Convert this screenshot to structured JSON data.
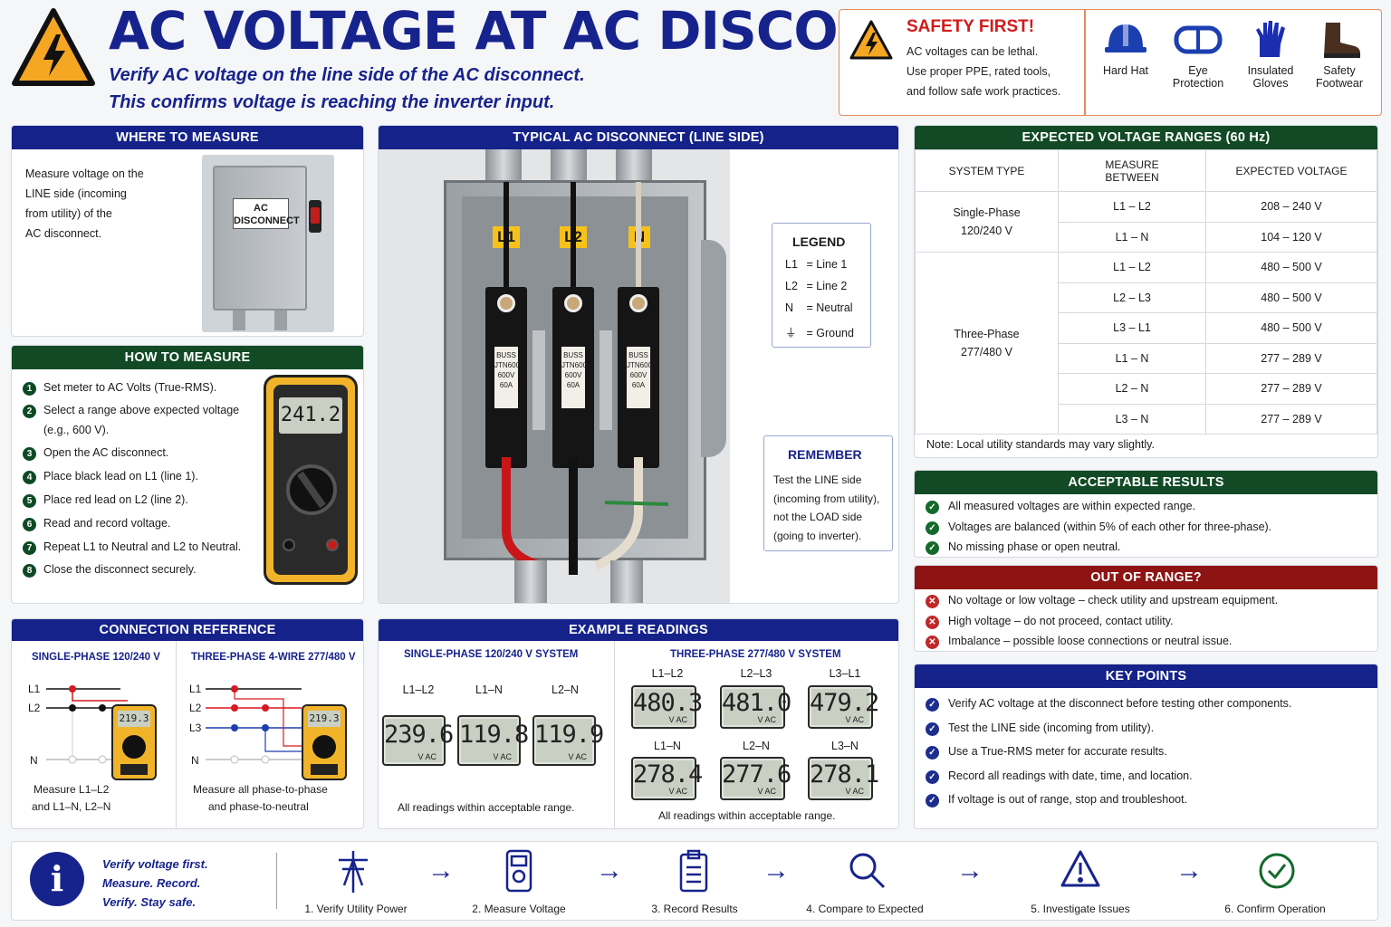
{
  "header": {
    "title": "AC VOLTAGE AT AC DISCONNECT",
    "subtitle_1": "Verify AC voltage on the line side of the AC disconnect.",
    "subtitle_2": "This confirms voltage is reaching the inverter input."
  },
  "safety": {
    "title": "SAFETY FIRST!",
    "lines": [
      "AC voltages can be lethal.",
      "Use proper PPE, rated tools,",
      "and follow safe work practices."
    ],
    "ppe": [
      {
        "icon": "hard-hat-icon",
        "label_1": "Hard Hat",
        "label_2": ""
      },
      {
        "icon": "goggles-icon",
        "label_1": "Eye",
        "label_2": "Protection"
      },
      {
        "icon": "glove-icon",
        "label_1": "Insulated",
        "label_2": "Gloves"
      },
      {
        "icon": "boot-icon",
        "label_1": "Safety",
        "label_2": "Footwear"
      }
    ]
  },
  "where": {
    "title": "WHERE TO MEASURE",
    "text": [
      "Measure voltage on the",
      "LINE side (incoming",
      "from utility) of the",
      "AC disconnect."
    ],
    "box_label_1": "AC",
    "box_label_2": "DISCONNECT"
  },
  "how": {
    "title": "HOW TO MEASURE",
    "steps": [
      "Set meter to AC Volts (True-RMS).",
      "Select a range above expected voltage",
      "(e.g., 600 V).",
      "Open the AC disconnect.",
      "Place black lead on L1 (line 1).",
      "Place red lead on L2 (line 2).",
      "Read and record voltage.",
      "Repeat L1 to Neutral and L2 to Neutral.",
      "Close the disconnect securely."
    ],
    "meter_reading": "241.2"
  },
  "typical": {
    "title": "TYPICAL AC DISCONNECT (LINE SIDE)",
    "terminals": [
      "L1",
      "L2",
      "N"
    ],
    "fuse_text": [
      "BUSS",
      "JTN600",
      "600V",
      "60A"
    ],
    "legend_title": "LEGEND",
    "legend": [
      {
        "k": "L1",
        "v": "= Line 1"
      },
      {
        "k": "L2",
        "v": "= Line 2"
      },
      {
        "k": "N",
        "v": "= Neutral"
      },
      {
        "k": "⏚",
        "v": "= Ground"
      }
    ],
    "remember_title": "REMEMBER",
    "remember_text": [
      "Test the LINE side",
      "(incoming from utility),",
      "not the LOAD side",
      "(going to inverter)."
    ]
  },
  "ranges": {
    "title": "EXPECTED VOLTAGE RANGES (60 Hz)",
    "headers": [
      "SYSTEM TYPE",
      "MEASURE BETWEEN",
      "EXPECTED VOLTAGE"
    ],
    "header_mb_1": "MEASURE",
    "header_mb_2": "BETWEEN",
    "single_1": "Single-Phase",
    "single_2": "120/240 V",
    "three_1": "Three-Phase",
    "three_2": "277/480 V",
    "rows": [
      {
        "between": "L1 – L2",
        "voltage": "208 – 240 V"
      },
      {
        "between": "L1 – N",
        "voltage": "104 – 120 V"
      },
      {
        "between": "L1 – L2",
        "voltage": "480 – 500 V"
      },
      {
        "between": "L2 – L3",
        "voltage": "480 – 500 V"
      },
      {
        "between": "L3 – L1",
        "voltage": "480 – 500 V"
      },
      {
        "between": "L1 – N",
        "voltage": "277 – 289 V"
      },
      {
        "between": "L2 – N",
        "voltage": "277 – 289 V"
      },
      {
        "between": "L3 – N",
        "voltage": "277 – 289 V"
      }
    ],
    "note": "Note: Local utility standards may vary slightly."
  },
  "acceptable": {
    "title": "ACCEPTABLE RESULTS",
    "items": [
      "All measured voltages are within expected range.",
      "Voltages are balanced (within 5% of each other for three-phase).",
      "No missing phase or open neutral."
    ]
  },
  "outofrange": {
    "title": "OUT OF RANGE?",
    "items": [
      "No voltage or low voltage – check utility and upstream equipment.",
      "High voltage – do not proceed, contact utility.",
      "Imbalance – possible loose connections or neutral issue."
    ]
  },
  "connection": {
    "title": "CONNECTION REFERENCE",
    "single_title": "SINGLE-PHASE 120/240 V",
    "three_title": "THREE-PHASE 4-WIRE 277/480 V",
    "single_lines": [
      "L1",
      "L2",
      "N"
    ],
    "three_lines": [
      "L1",
      "L2",
      "L3",
      "N"
    ],
    "single_reading": "219.3",
    "three_reading": "219.3",
    "single_caption_1": "Measure L1–L2",
    "single_caption_2": "and L1–N, L2–N",
    "three_caption_1": "Measure all phase-to-phase",
    "three_caption_2": "and phase-to-neutral"
  },
  "examples": {
    "title": "EXAMPLE READINGS",
    "single_title": "SINGLE-PHASE 120/240 V SYSTEM",
    "three_title": "THREE-PHASE 277/480 V SYSTEM",
    "unit": "V AC",
    "single": [
      {
        "label": "L1–L2",
        "value": "239.6"
      },
      {
        "label": "L1–N",
        "value": "119.8"
      },
      {
        "label": "L2–N",
        "value": "119.9"
      }
    ],
    "three": [
      {
        "label": "L1–L2",
        "value": "480.3"
      },
      {
        "label": "L2–L3",
        "value": "481.0"
      },
      {
        "label": "L3–L1",
        "value": "479.2"
      },
      {
        "label": "L1–N",
        "value": "278.4"
      },
      {
        "label": "L2–N",
        "value": "277.6"
      },
      {
        "label": "L3–N",
        "value": "278.1"
      }
    ],
    "single_note": "All readings within acceptable range.",
    "three_note": "All readings within acceptable range."
  },
  "keypoints": {
    "title": "KEY POINTS",
    "items": [
      "Verify AC voltage at the disconnect before testing other components.",
      "Test the LINE side (incoming from utility).",
      "Use a True-RMS meter for accurate results.",
      "Record all readings with date, time, and location.",
      "If voltage is out of range, stop and troubleshoot."
    ]
  },
  "footer": {
    "motto_1": "Verify voltage first.",
    "motto_2": "Measure. Record.",
    "motto_3": "Verify. Stay safe.",
    "steps": [
      {
        "icon": "utility-pole-icon",
        "label": "1. Verify Utility Power"
      },
      {
        "icon": "multimeter-icon",
        "label": "2. Measure Voltage"
      },
      {
        "icon": "clipboard-icon",
        "label": "3. Record Results"
      },
      {
        "icon": "magnifier-icon",
        "label": "4. Compare to Expected"
      },
      {
        "icon": "warning-icon",
        "label": "5. Investigate Issues"
      },
      {
        "icon": "check-circle-icon",
        "label": "6. Confirm Operation"
      }
    ]
  },
  "colors": {
    "navy": "#15228a",
    "green": "#124a26",
    "red": "#8e1414",
    "warning_yellow": "#f5a623"
  }
}
